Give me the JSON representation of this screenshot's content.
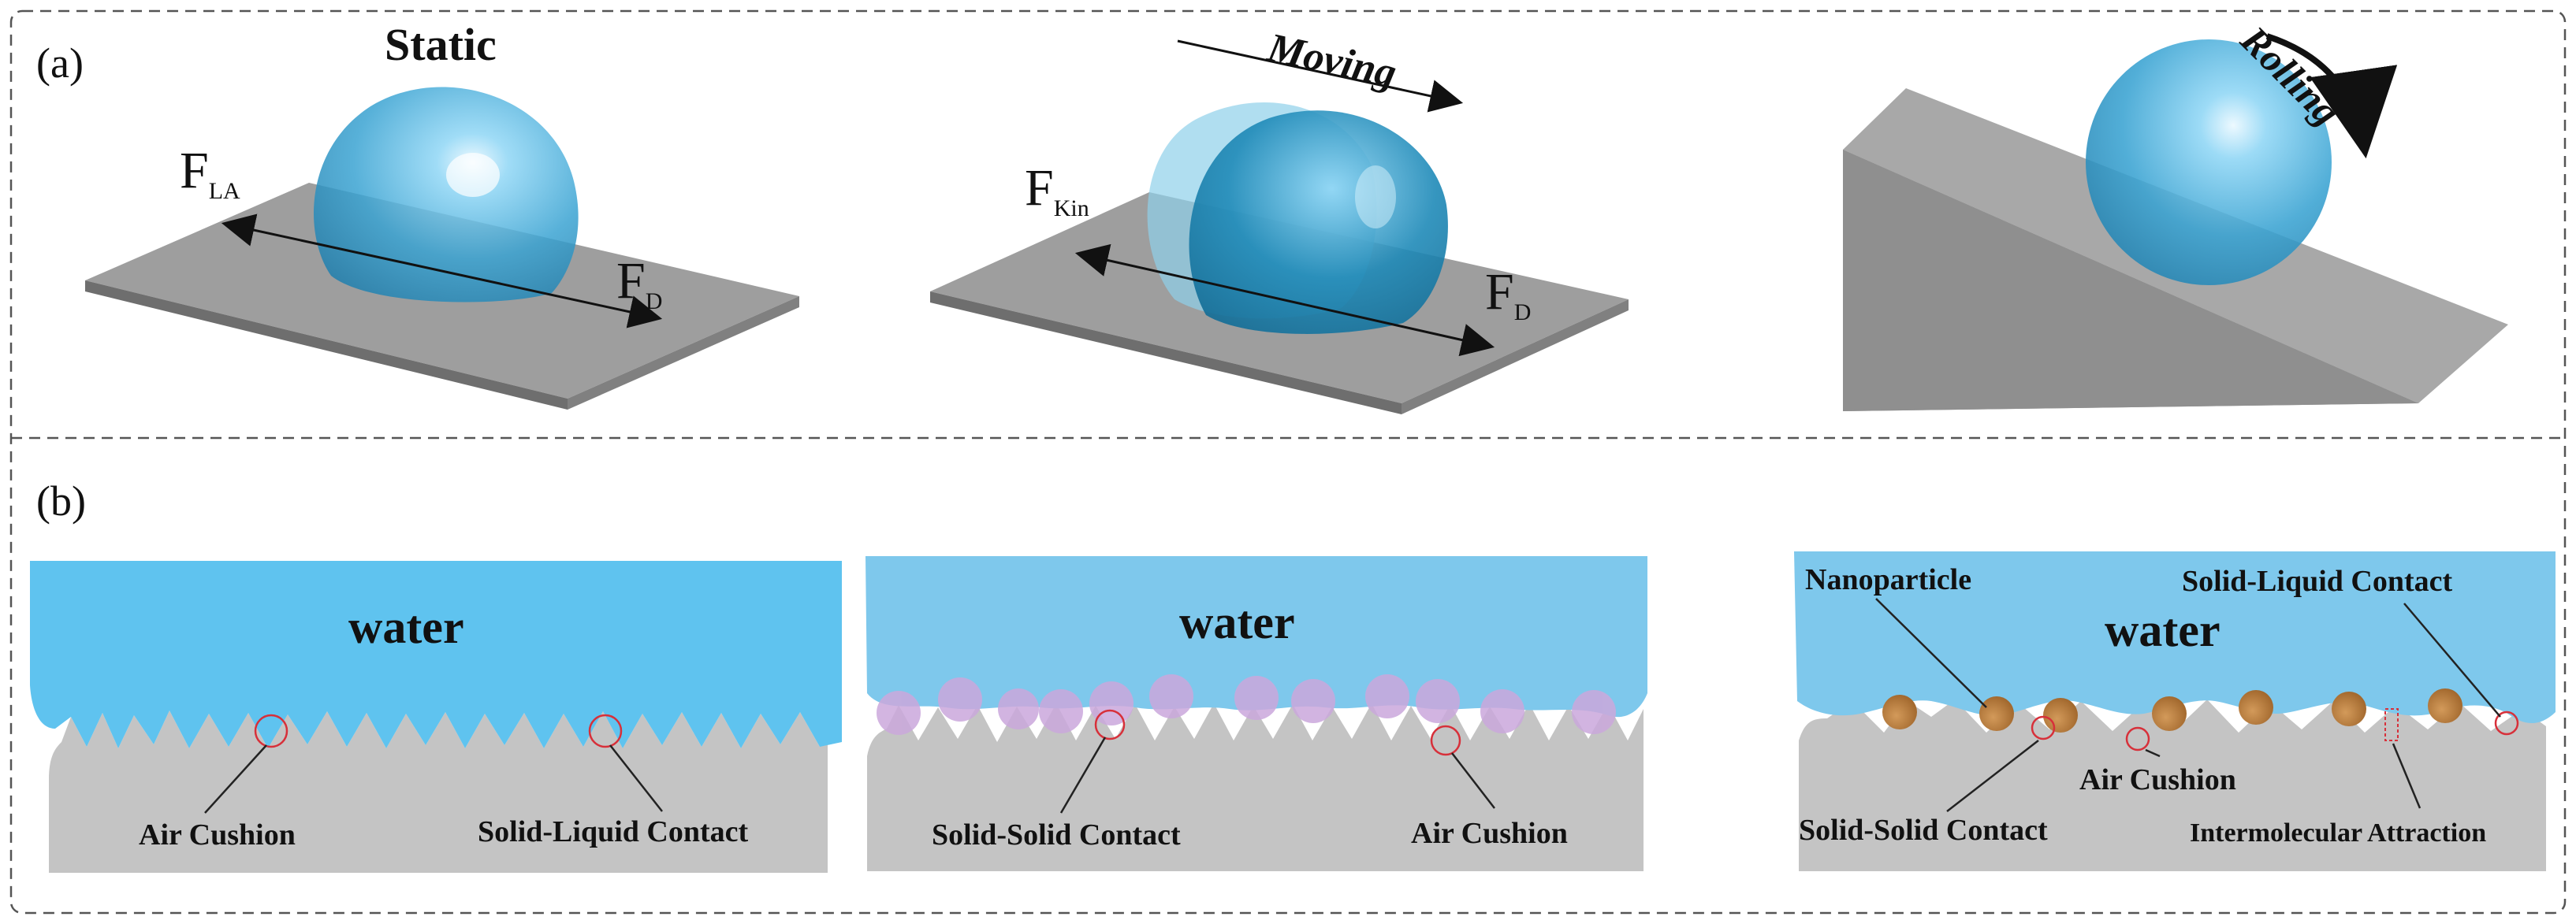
{
  "panel_a": {
    "label": "(a)",
    "static": {
      "title": "Static",
      "force_left": "F",
      "force_left_sub": "LA",
      "force_right": "F",
      "force_right_sub": "D"
    },
    "moving": {
      "title": "Moving",
      "force_left": "F",
      "force_left_sub": "Kin",
      "force_right": "F",
      "force_right_sub": "D"
    },
    "rolling": {
      "title": "Rolling"
    }
  },
  "panel_b": {
    "label": "(b)",
    "scene1": {
      "water": "water",
      "air_cushion": "Air Cushion",
      "solid_liquid": "Solid-Liquid Contact"
    },
    "scene2": {
      "water": "water",
      "solid_solid": "Solid-Solid Contact",
      "air_cushion": "Air Cushion"
    },
    "scene3": {
      "water": "water",
      "nanoparticle": "Nanoparticle",
      "solid_liquid": "Solid-Liquid Contact",
      "air_cushion": "Air Cushion",
      "solid_solid": "Solid-Solid Contact",
      "intermolecular": "Intermolecular Attraction"
    }
  },
  "colors": {
    "water_deep": "#5fc3ef",
    "water_light": "#7ec8ec",
    "surface": "#c4c4c4",
    "plate_top": "#9e9e9e",
    "plate_side": "#6e6e6e",
    "droplet": "#3ba6d4",
    "particle_purple": "#cba8dc",
    "particle_brown": "#b87a3c",
    "contact_marker": "#d7303a"
  }
}
